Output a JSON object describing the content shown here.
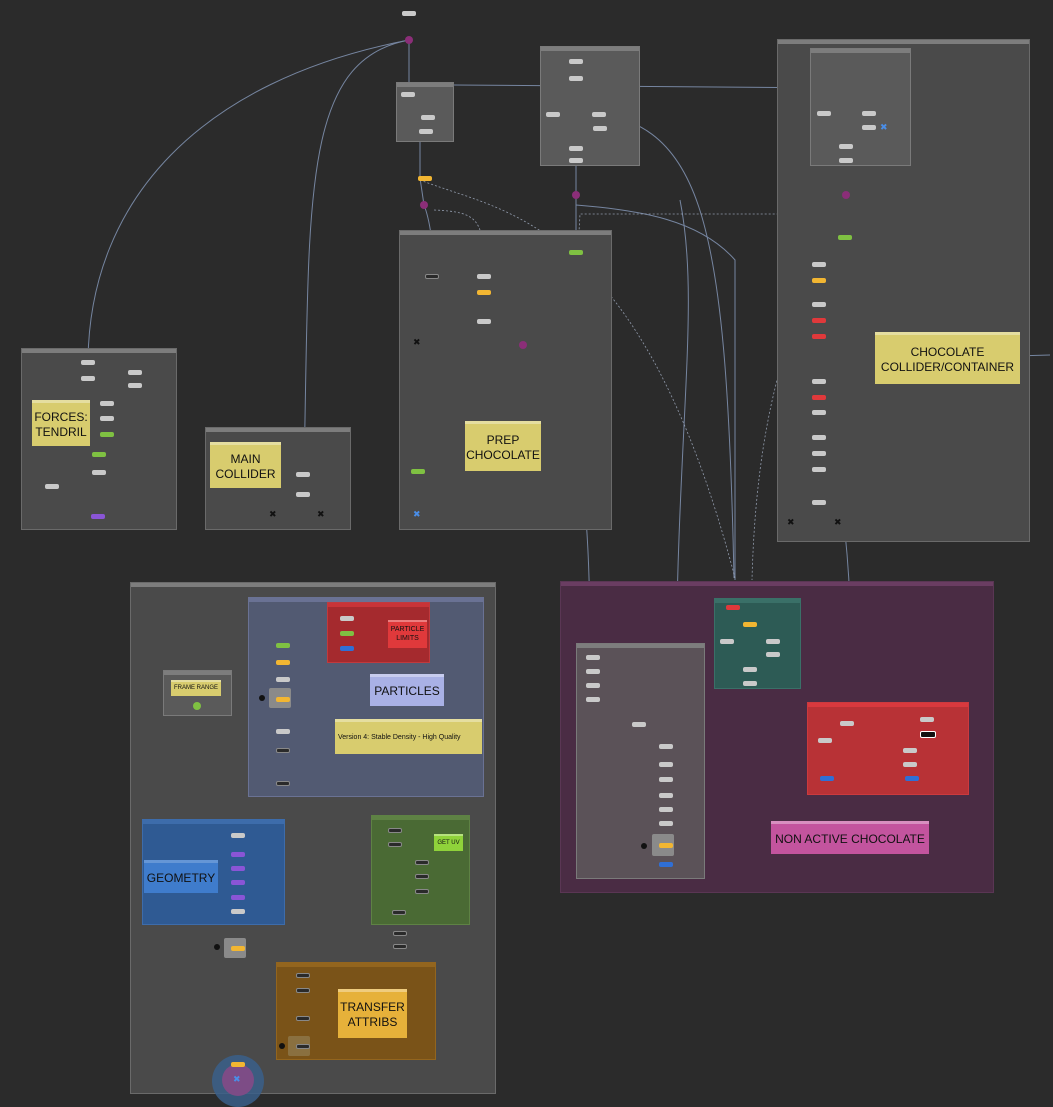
{
  "notes": {
    "forces_tendril": "FORCES:\nTENDRIL",
    "main_collider": "MAIN\nCOLLIDER",
    "prep_chocolate": "PREP\nCHOCOLATE",
    "chocolate_collider": "CHOCOLATE\nCOLLIDER/CONTAINER",
    "frame_range": "FRAME RANGE",
    "particle_limits": "PARTICLE\nLIMITS",
    "particles": "PARTICLES",
    "version_note": "Version 4: Stable Density - High Quality",
    "geometry": "GEOMETRY",
    "get_uv": "GET UV",
    "transfer_attribs": "TRANSFER\nATTRIBS",
    "non_active_chocolate": "NON ACTIVE CHOCOLATE"
  },
  "colors": {
    "background": "#2b2b2b",
    "network_box": "#4a4a4a",
    "sticky_yellow": "#d8cc6e",
    "particles_box": "#525a72",
    "particle_limits_box": "#a52a2e",
    "particles_note": "#a9b1e6",
    "geometry_box": "#2f5a93",
    "geometry_note": "#3f7ccc",
    "get_uv_box": "#4a6a34",
    "get_uv_note": "#8fd23a",
    "transfer_box": "#7a5318",
    "transfer_note": "#e6b13a",
    "non_active_box": "#4a2c44",
    "non_active_note": "#c3549e",
    "teal_box": "#2d5b55",
    "red_box": "#b83236",
    "wire": "#8fa4c8"
  },
  "icons": {
    "null_out": "x-cross-icon",
    "object_merge": "dot-connector-icon"
  }
}
